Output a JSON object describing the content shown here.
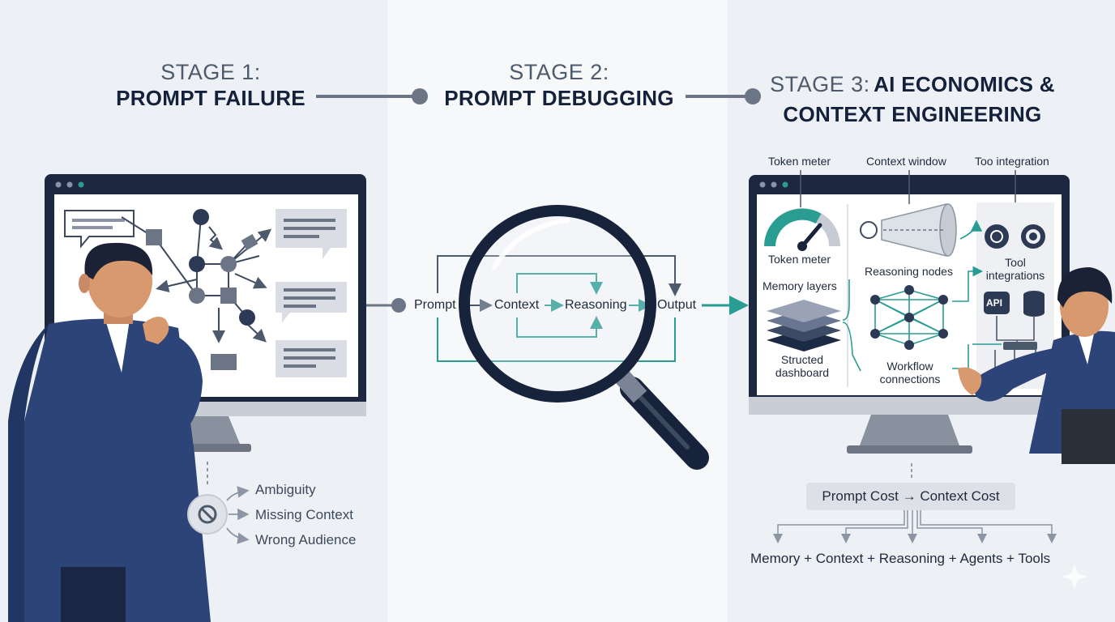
{
  "stages": [
    {
      "number": "STAGE 1:",
      "title": "PROMPT FAILURE"
    },
    {
      "number": "STAGE 2:",
      "title": "PROMPT DEBUGGING"
    },
    {
      "number": "STAGE 3:",
      "title_line1": "AI ECONOMICS &",
      "title_line2": "CONTEXT ENGINEERING"
    }
  ],
  "failure_causes": [
    "Ambiguity",
    "Missing Context",
    "Wrong Audience"
  ],
  "debug_flow": [
    "Prompt",
    "Context",
    "Reasoning",
    "Output"
  ],
  "dashboard_callouts": {
    "token_meter": "Token meter",
    "context_window": "Context window",
    "tool_integration": "Too integration"
  },
  "dashboard_labels": {
    "token_meter": "Token meter",
    "memory_layers": "Memory layers",
    "structured_dashboard": "Structed dashboard",
    "reasoning_nodes": "Reasoning nodes",
    "workflow_connections": "Workflow connections",
    "tool_integrations": "Tool integrations",
    "api": "API"
  },
  "cost_shift": "Prompt Cost → Context Cost",
  "components": "Memory + Context + Reasoning + Agents + Tools",
  "colors": {
    "navy": "#16233b",
    "teal": "#2a9d93",
    "suit_blue": "#2c4478",
    "slate": "#6b7585"
  }
}
